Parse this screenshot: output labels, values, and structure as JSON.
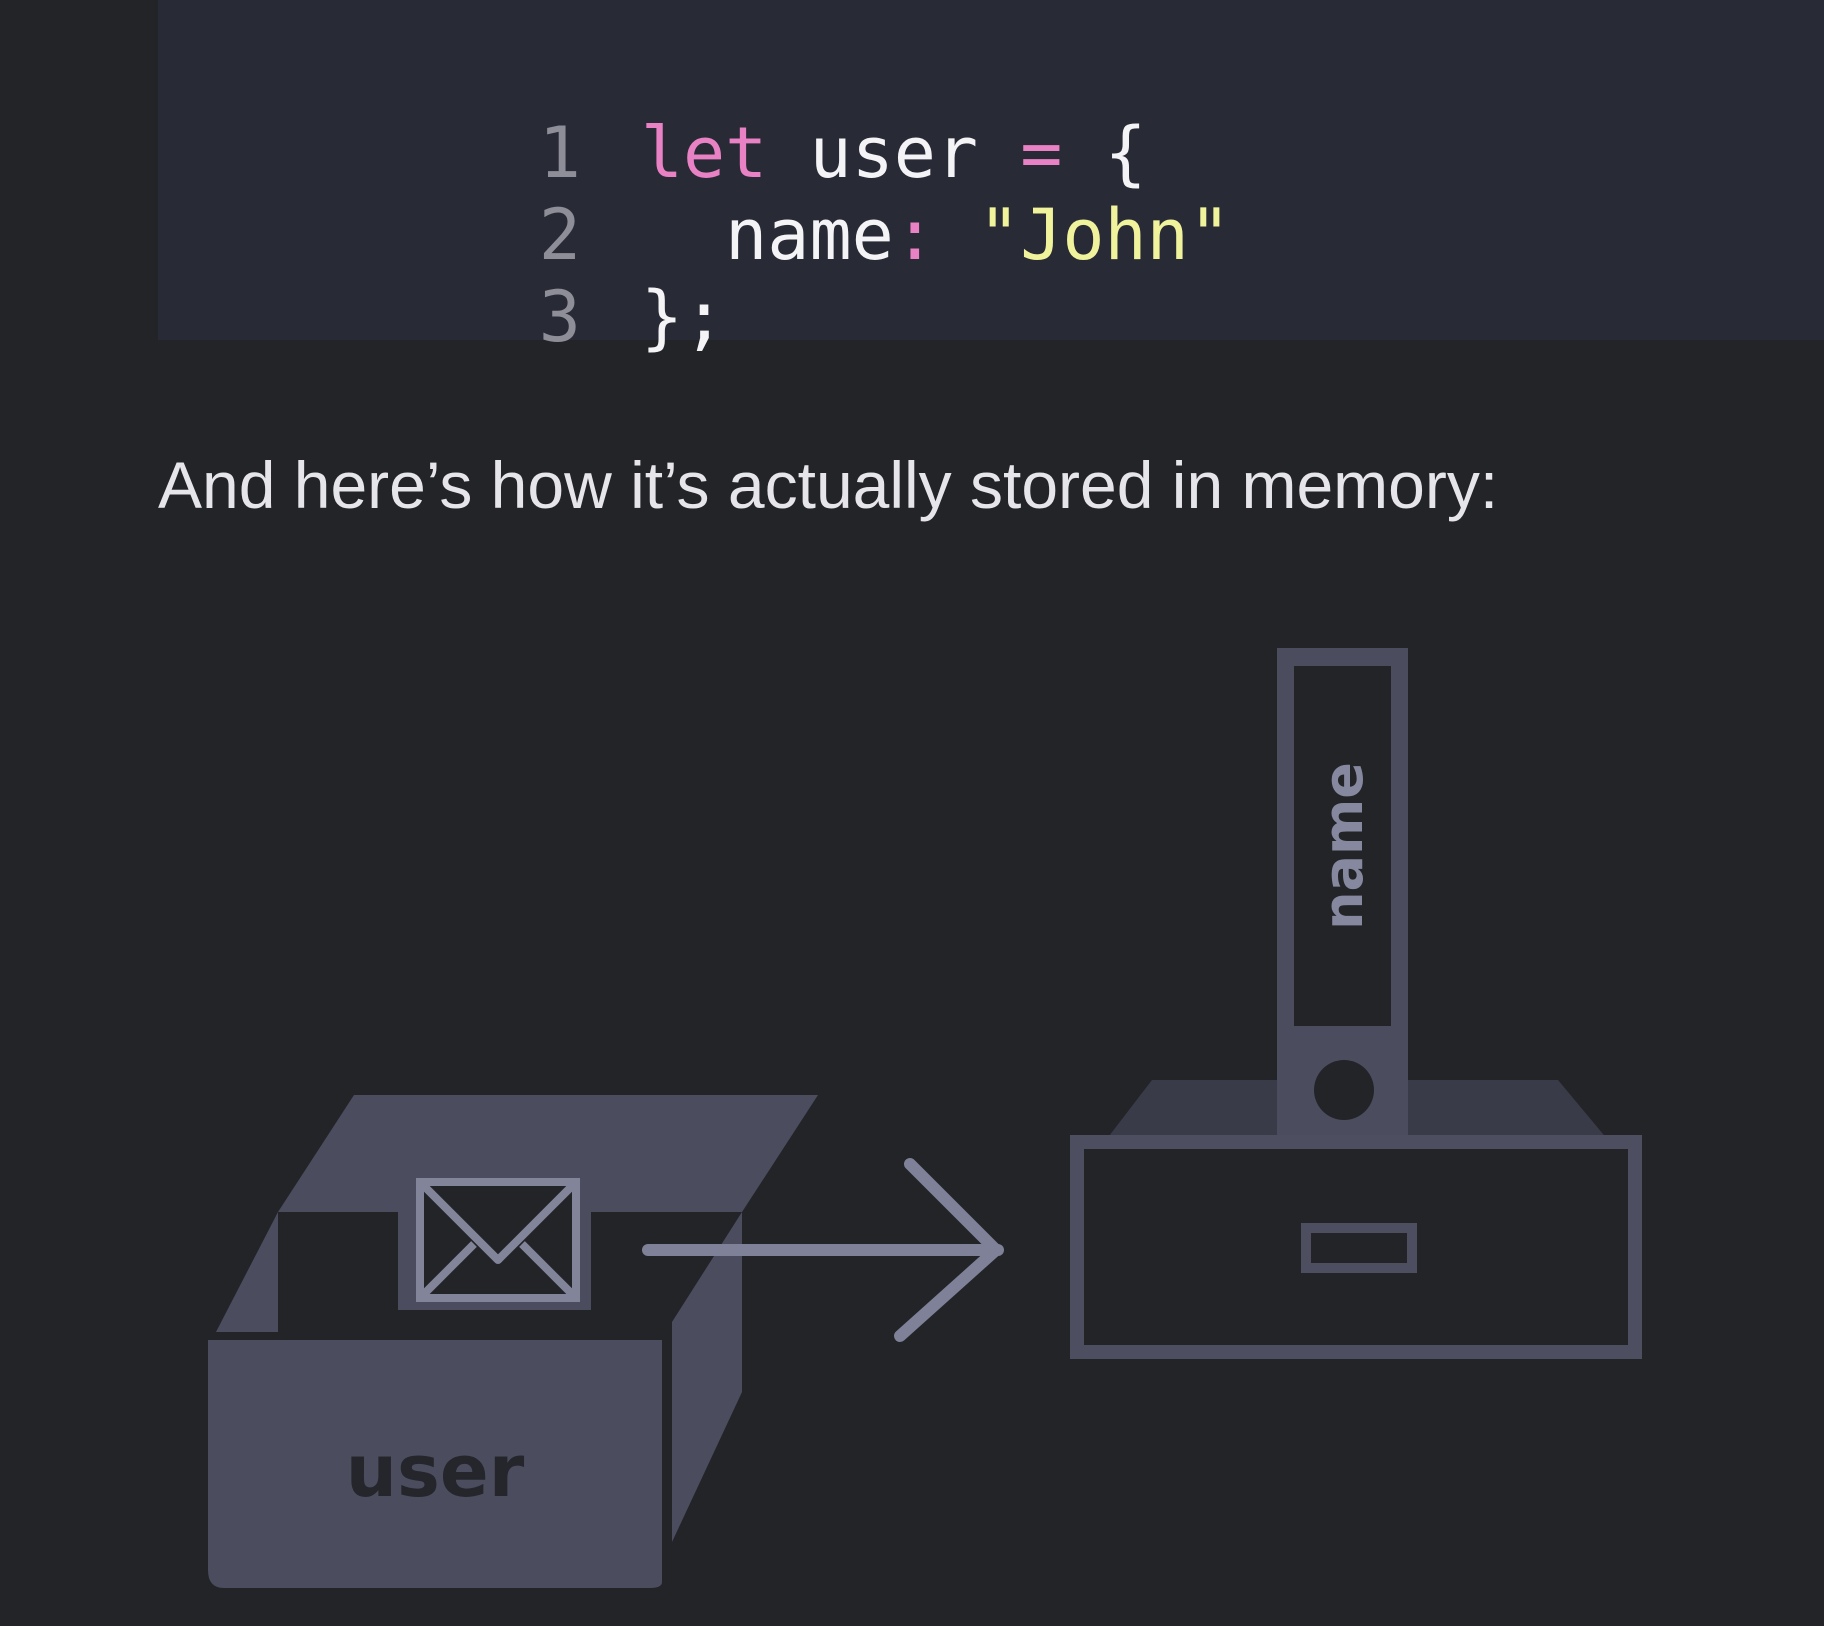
{
  "code": {
    "lines": [
      {
        "num": "1",
        "tokens": [
          {
            "t": "let",
            "c": "keyword"
          },
          {
            "t": " user ",
            "c": "plain"
          },
          {
            "t": "=",
            "c": "op"
          },
          {
            "t": " {",
            "c": "plain"
          }
        ]
      },
      {
        "num": "2",
        "tokens": [
          {
            "t": "  name",
            "c": "plain"
          },
          {
            "t": ":",
            "c": "op"
          },
          {
            "t": " ",
            "c": "plain"
          },
          {
            "t": "\"John\"",
            "c": "string"
          }
        ]
      },
      {
        "num": "3",
        "tokens": [
          {
            "t": "};",
            "c": "plain"
          }
        ]
      }
    ]
  },
  "paragraph": "And here’s how it’s actually stored in memory:",
  "diagram": {
    "box_label": "user",
    "binder_label": "name",
    "colors": {
      "shape": "#4b4d5f",
      "shape_dark": "#3a3b48",
      "outline": "#4d4e60",
      "icon": "#82849a",
      "arrow": "#7f8198",
      "label_dark": "#25262c",
      "label_light": "#8688a0"
    },
    "icons": {
      "envelope": "envelope-icon",
      "arrow": "arrow-right-icon"
    }
  }
}
